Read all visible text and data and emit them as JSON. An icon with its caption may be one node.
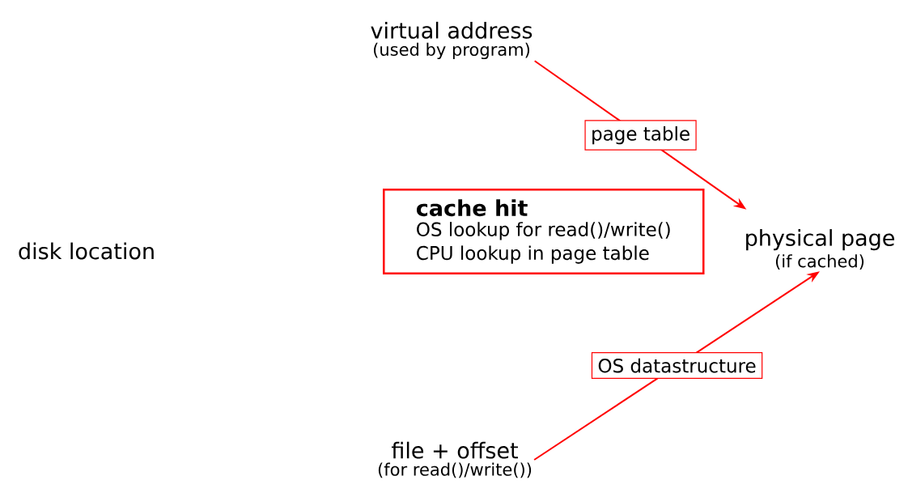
{
  "diagram": {
    "nodes": [
      {
        "text": [
          "virtual address",
          "(used by program)"
        ]
      },
      {
        "text": [
          "physical page",
          "(if cached)"
        ]
      },
      {
        "text": [
          "file + offset",
          "(for read()/write())"
        ]
      },
      {
        "text": [
          "cache hit",
          "OS lookup for read()/write()",
          "CPU lookup in page table"
        ]
      }
    ],
    "edges": [
      {
        "from": 0,
        "to": 1,
        "arrow": "to",
        "label": "page table"
      },
      {
        "from": 2,
        "to": 1,
        "arrow": "to",
        "label": "OS datastructure"
      }
    ],
    "labels": [
      "disk location"
    ]
  }
}
